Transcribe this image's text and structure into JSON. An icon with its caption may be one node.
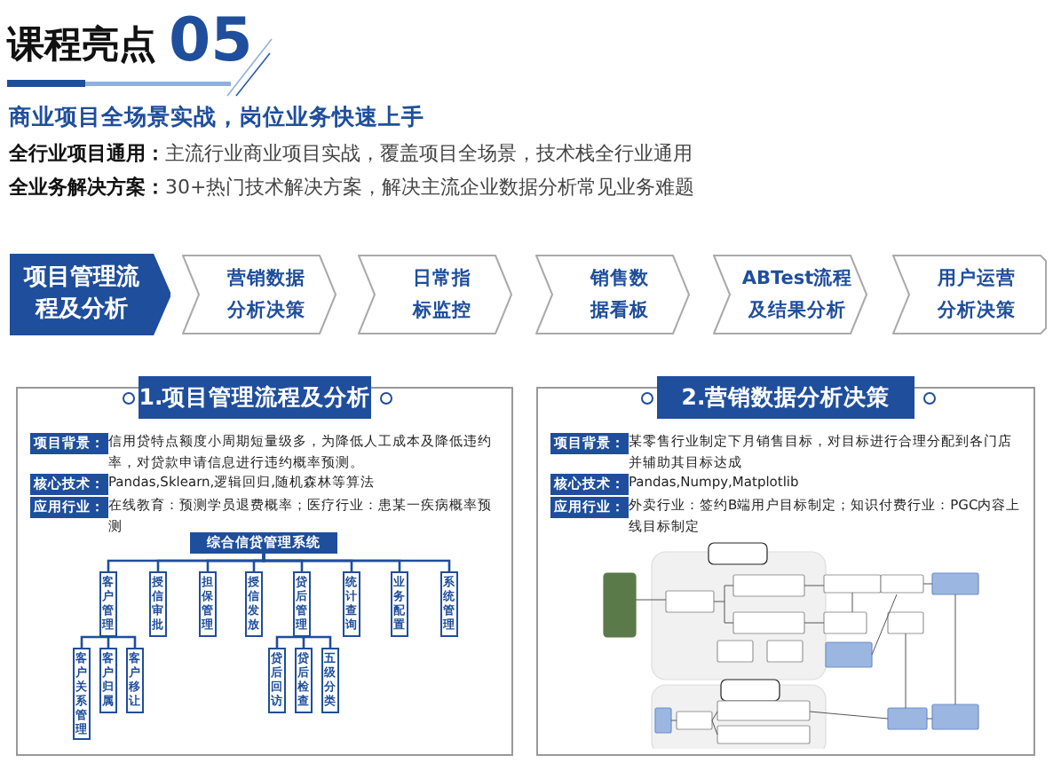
{
  "diagram": {
    "title": "课程亮点",
    "nodes": [
      {
        "text": [
          "项目管理流程及分析"
        ]
      },
      {
        "text": [
          "营销数据分析决策"
        ]
      },
      {
        "text": [
          "日常指标监控"
        ]
      },
      {
        "text": [
          "销售数据看板"
        ]
      },
      {
        "text": [
          "ABTest流程及结果分析"
        ]
      },
      {
        "text": [
          "用户运营分析决策"
        ]
      },
      {
        "text": [
          "1.项目管理流程及分析"
        ]
      },
      {
        "text": [
          "2.营销数据分析决策"
        ]
      },
      {
        "text": [
          "综合信贷管理系统"
        ],
        "in": 6
      },
      {
        "text": [
          "客户管理"
        ],
        "in": 6
      },
      {
        "text": [
          "授信审批"
        ],
        "in": 6
      },
      {
        "text": [
          "担保管理"
        ],
        "in": 6
      },
      {
        "text": [
          "授信发放"
        ],
        "in": 6
      },
      {
        "text": [
          "贷后管理"
        ],
        "in": 6
      },
      {
        "text": [
          "统计查询"
        ],
        "in": 6
      },
      {
        "text": [
          "业务配置"
        ],
        "in": 6
      },
      {
        "text": [
          "系统管理"
        ],
        "in": 6
      },
      {
        "text": [
          "客户关系管理"
        ],
        "in": 6
      },
      {
        "text": [
          "客户归属"
        ],
        "in": 6
      },
      {
        "text": [
          "客户移让"
        ],
        "in": 6
      },
      {
        "text": [
          "贷后回访"
        ],
        "in": 6
      },
      {
        "text": [
          "贷后检查"
        ],
        "in": 6
      },
      {
        "text": [
          "五级分类"
        ],
        "in": 6
      }
    ],
    "edges": [
      {
        "from": 8,
        "to": 9,
        "arrow": "none"
      },
      {
        "from": 8,
        "to": 10,
        "arrow": "none"
      },
      {
        "from": 8,
        "to": 11,
        "arrow": "none"
      },
      {
        "from": 8,
        "to": 12,
        "arrow": "none"
      },
      {
        "from": 8,
        "to": 13,
        "arrow": "none"
      },
      {
        "from": 8,
        "to": 14,
        "arrow": "none"
      },
      {
        "from": 8,
        "to": 15,
        "arrow": "none"
      },
      {
        "from": 8,
        "to": 16,
        "arrow": "none"
      },
      {
        "from": 9,
        "to": 17,
        "arrow": "none"
      },
      {
        "from": 9,
        "to": 18,
        "arrow": "none"
      },
      {
        "from": 9,
        "to": 19,
        "arrow": "none"
      },
      {
        "from": 13,
        "to": 20,
        "arrow": "none"
      },
      {
        "from": 13,
        "to": 21,
        "arrow": "none"
      },
      {
        "from": 13,
        "to": 22,
        "arrow": "none"
      }
    ],
    "labels": [
      "05",
      "商业项目全场景实战，岗位业务快速上手",
      "**全行业项目通用：**主流行业商业项目实战，覆盖项目全场景，技术栈全行业通用",
      "**全业务解决方案：**30+热门技术解决方案，解决主流企业数据分析常见业务难题",
      "项目背景：",
      "信用贷特点额度小周期短量级多，为降低人工成本及降低违约率，对贷款申请信息进行违约概率预测。",
      "核心技术：",
      "Pandas,Sklearn,逻辑回归,随机森林等算法",
      "应用行业：",
      "在线教育：预测学员退费概率；医疗行业：患某一疾病概率预测",
      "项目背景：",
      "某零售行业制定下月销售目标，对目标进行合理分配到各门店并辅助其目标达成",
      "核心技术：",
      "Pandas,Numpy,Matplotlib",
      "应用行业：",
      "外卖行业：签约B端用户目标制定；知识付费行业：PGC内容上线目标制定"
    ]
  }
}
